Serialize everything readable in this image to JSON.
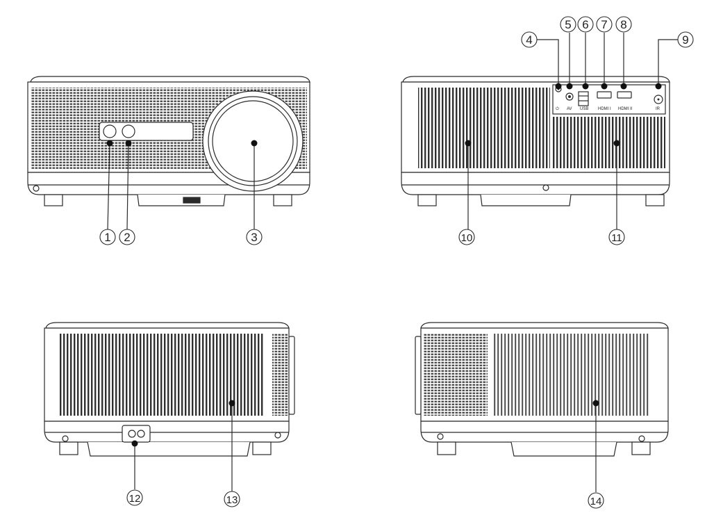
{
  "callouts": [
    "1",
    "2",
    "3",
    "4",
    "5",
    "6",
    "7",
    "8",
    "9",
    "10",
    "11",
    "12",
    "13",
    "14"
  ],
  "port_labels": {
    "av": "AV",
    "usb": "USB",
    "hdmi1": "HDMI I",
    "hdmi2": "HDMI II",
    "ir": "IR"
  },
  "colors": {
    "line": "#2a2a2a",
    "body_fill": "#ffffff",
    "grille": "#555555",
    "dot": "#111111"
  }
}
